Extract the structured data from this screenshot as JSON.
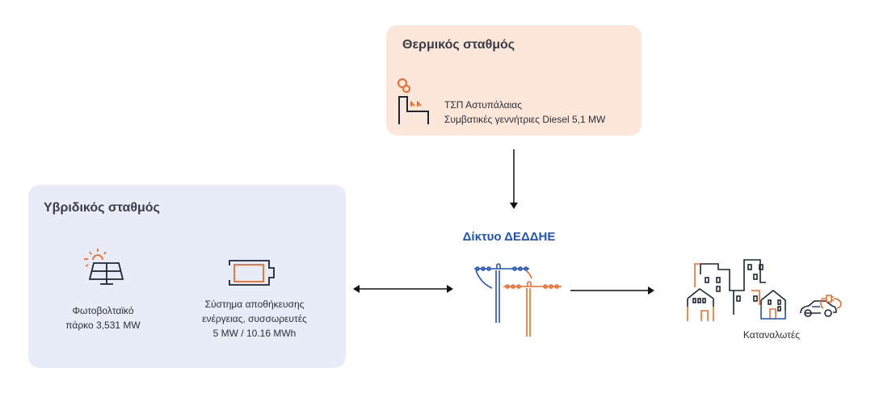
{
  "thermal": {
    "title": "Θερμικός σταθμός",
    "line1": "ΤΣΠ Αστυπάλαιας",
    "line2": "Συμβατικές γεννήτριες Diesel 5,1 MW"
  },
  "hybrid": {
    "title": "Υβριδικός σταθμός",
    "pv_line1": "Φωτοβολταϊκό",
    "pv_line2": "πάρκο 3,531 MW",
    "storage_line1": "Σύστημα αποθήκευσης",
    "storage_line2": "ενέργειας, συσσωρευτές",
    "storage_line3": "5 MW / 10.16 MWh"
  },
  "grid": {
    "title": "Δίκτυο ΔΕΔΔΗΕ"
  },
  "consumers": {
    "label": "Καταναλωτές"
  },
  "colors": {
    "orange": "#f06a2c",
    "blue": "#2352b8",
    "dark": "#1d2635",
    "peach": "#fde6da",
    "lavender": "#e8ecf8"
  }
}
